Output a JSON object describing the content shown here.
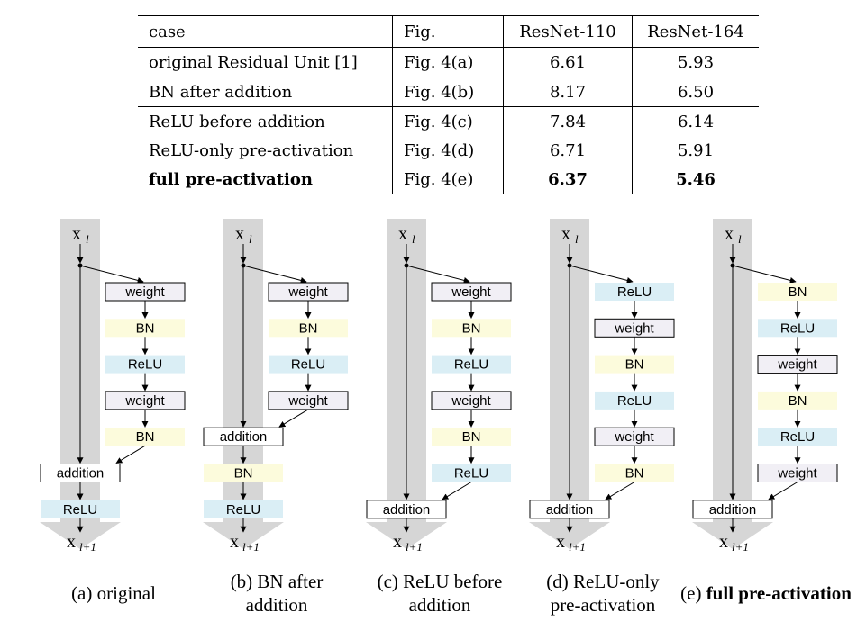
{
  "table": {
    "headers": [
      "case",
      "Fig.",
      "ResNet-110",
      "ResNet-164"
    ],
    "rows": [
      {
        "case": "original Residual Unit [1]",
        "fig": "Fig. 4(a)",
        "r110": "6.61",
        "r164": "5.93",
        "bold": false
      },
      {
        "case": "BN after addition",
        "fig": "Fig. 4(b)",
        "r110": "8.17",
        "r164": "6.50",
        "bold": false
      },
      {
        "case": "ReLU before addition",
        "fig": "Fig. 4(c)",
        "r110": "7.84",
        "r164": "6.14",
        "bold": false
      },
      {
        "case": "ReLU-only pre-activation",
        "fig": "Fig. 4(d)",
        "r110": "6.71",
        "r164": "5.91",
        "bold": false
      },
      {
        "case": "full pre-activation",
        "fig": "Fig. 4(e)",
        "r110": "6.37",
        "r164": "5.46",
        "bold": true
      }
    ]
  },
  "labels": {
    "input": "x",
    "input_sub": "l",
    "output": "x",
    "output_sub": "l+1"
  },
  "colors": {
    "bn": "#fcfbdc",
    "relu": "#daeef5",
    "weight": "#f1eff5",
    "addition": "#ffffff",
    "arrow_bg": "#d6d6d6"
  },
  "diagrams": [
    {
      "caption": [
        "(a) original"
      ],
      "bold": false,
      "branch": [
        "weight",
        "BN",
        "ReLU",
        "weight",
        "BN"
      ],
      "post": [
        "ReLU"
      ],
      "addition_level": 5
    },
    {
      "caption": [
        "(b) BN after",
        "addition"
      ],
      "bold": false,
      "branch": [
        "weight",
        "BN",
        "ReLU",
        "weight"
      ],
      "post": [
        "BN",
        "ReLU"
      ],
      "addition_level": 4
    },
    {
      "caption": [
        "(c) ReLU before",
        "addition"
      ],
      "bold": false,
      "branch": [
        "weight",
        "BN",
        "ReLU",
        "weight",
        "BN",
        "ReLU"
      ],
      "post": [],
      "addition_level": 6
    },
    {
      "caption": [
        "(d) ReLU-only",
        "pre-activation"
      ],
      "bold": false,
      "branch": [
        "ReLU",
        "weight",
        "BN",
        "ReLU",
        "weight",
        "BN"
      ],
      "post": [],
      "addition_level": 6
    },
    {
      "caption": [
        "(e) ",
        "full pre-activation"
      ],
      "bold": true,
      "branch": [
        "BN",
        "ReLU",
        "weight",
        "BN",
        "ReLU",
        "weight"
      ],
      "post": [],
      "addition_level": 6
    }
  ]
}
